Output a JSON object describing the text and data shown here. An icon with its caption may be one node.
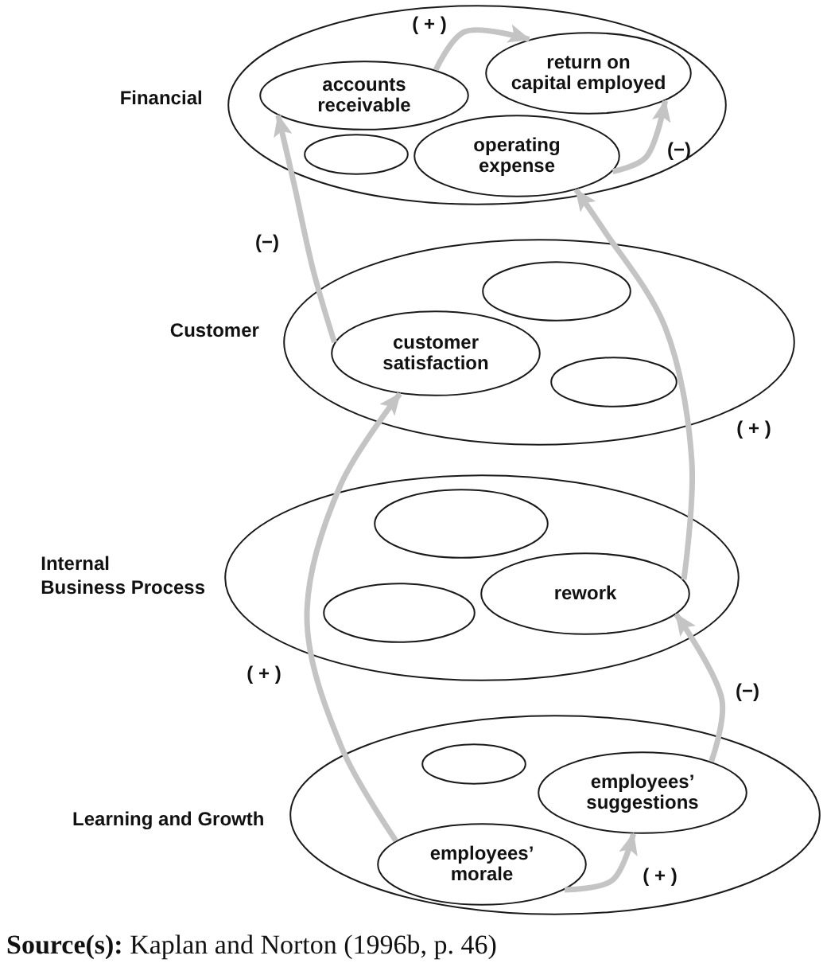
{
  "diagram": {
    "nodes": [
      {
        "text": [
          "Financial"
        ]
      },
      {
        "text": [
          "accounts receivable"
        ],
        "in": 0
      },
      {
        "text": [
          "return on capital employed"
        ],
        "in": 0
      },
      {
        "text": [],
        "shape": "ellipse",
        "in": 0
      },
      {
        "text": [
          "operating expense"
        ],
        "in": 0
      },
      {
        "text": [
          "Customer"
        ]
      },
      {
        "text": [],
        "shape": "ellipse",
        "in": 5
      },
      {
        "text": [
          "customer satisfaction"
        ],
        "in": 5
      },
      {
        "text": [],
        "shape": "ellipse",
        "in": 5
      },
      {
        "text": [
          "Internal Business Process"
        ]
      },
      {
        "text": [],
        "shape": "ellipse",
        "in": 9
      },
      {
        "text": [],
        "shape": "ellipse",
        "in": 9
      },
      {
        "text": [
          "rework"
        ],
        "in": 9
      },
      {
        "text": [
          "Learning and Growth"
        ]
      },
      {
        "text": [],
        "shape": "ellipse",
        "in": 13
      },
      {
        "text": [
          "employees’ suggestions"
        ],
        "in": 13
      },
      {
        "text": [
          "employees’ morale"
        ],
        "in": 13
      }
    ],
    "edges": [
      {
        "from": 1,
        "to": 2,
        "arrow": "to",
        "label": "( + )"
      },
      {
        "from": 4,
        "to": 2,
        "arrow": "to",
        "label": "(−)"
      },
      {
        "from": 7,
        "to": 1,
        "arrow": "to",
        "label": "(−)"
      },
      {
        "from": 12,
        "to": 4,
        "arrow": "to",
        "label": "( + )"
      },
      {
        "from": 16,
        "to": 7,
        "arrow": "to",
        "label": "( + )"
      },
      {
        "from": 16,
        "to": 15,
        "arrow": "to",
        "label": "( + )"
      },
      {
        "from": 15,
        "to": 12,
        "arrow": "to",
        "label": "(−)"
      }
    ],
    "caption": "**Source(s):** Kaplan and Norton (1996b, p. 46)"
  }
}
